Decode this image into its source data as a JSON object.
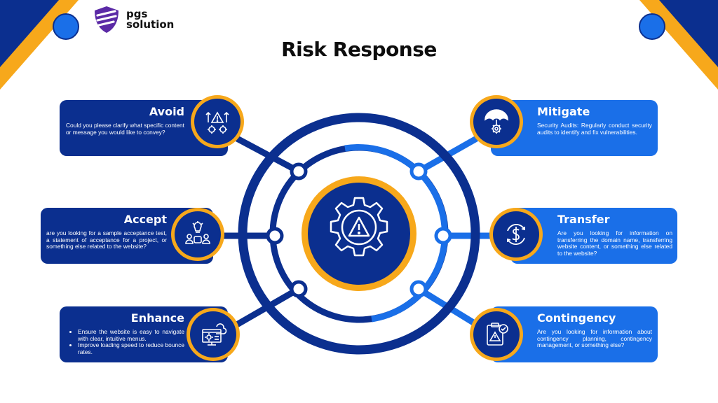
{
  "brand": {
    "line1": "pgs",
    "line2": "solution"
  },
  "title": "Risk Response",
  "colors": {
    "navy": "#0b2f8f",
    "blue": "#1a6fe8",
    "orange": "#f7a81b"
  },
  "cards": {
    "avoid": {
      "title": "Avoid",
      "icon": "risk-avoid-icon",
      "text": "Could you please clarify what specific content or message you would like to convey?"
    },
    "accept": {
      "title": "Accept",
      "icon": "acceptance-idea-icon",
      "text": "are you looking for a sample acceptance test, a statement of acceptance for a project, or something else related to the website?"
    },
    "enhance": {
      "title": "Enhance",
      "icon": "website-settings-icon",
      "bullets": [
        "Ensure the website is easy to navigate with clear, intuitive menus.",
        "Improve loading speed to reduce bounce rates."
      ]
    },
    "mitigate": {
      "title": "Mitigate",
      "icon": "umbrella-gear-icon",
      "text": "Security Audits: Regularly conduct security audits to identify and fix vulnerabilities."
    },
    "transfer": {
      "title": "Transfer",
      "icon": "dollar-transfer-icon",
      "text": "Are you looking for information on transferring the domain name, transferring website content, or something else related to the website?"
    },
    "contingency": {
      "title": "Contingency",
      "icon": "clipboard-warning-icon",
      "text": "Are you looking for information about contingency planning, contingency management, or something else?"
    }
  },
  "center": {
    "icon": "gear-warning-icon"
  }
}
